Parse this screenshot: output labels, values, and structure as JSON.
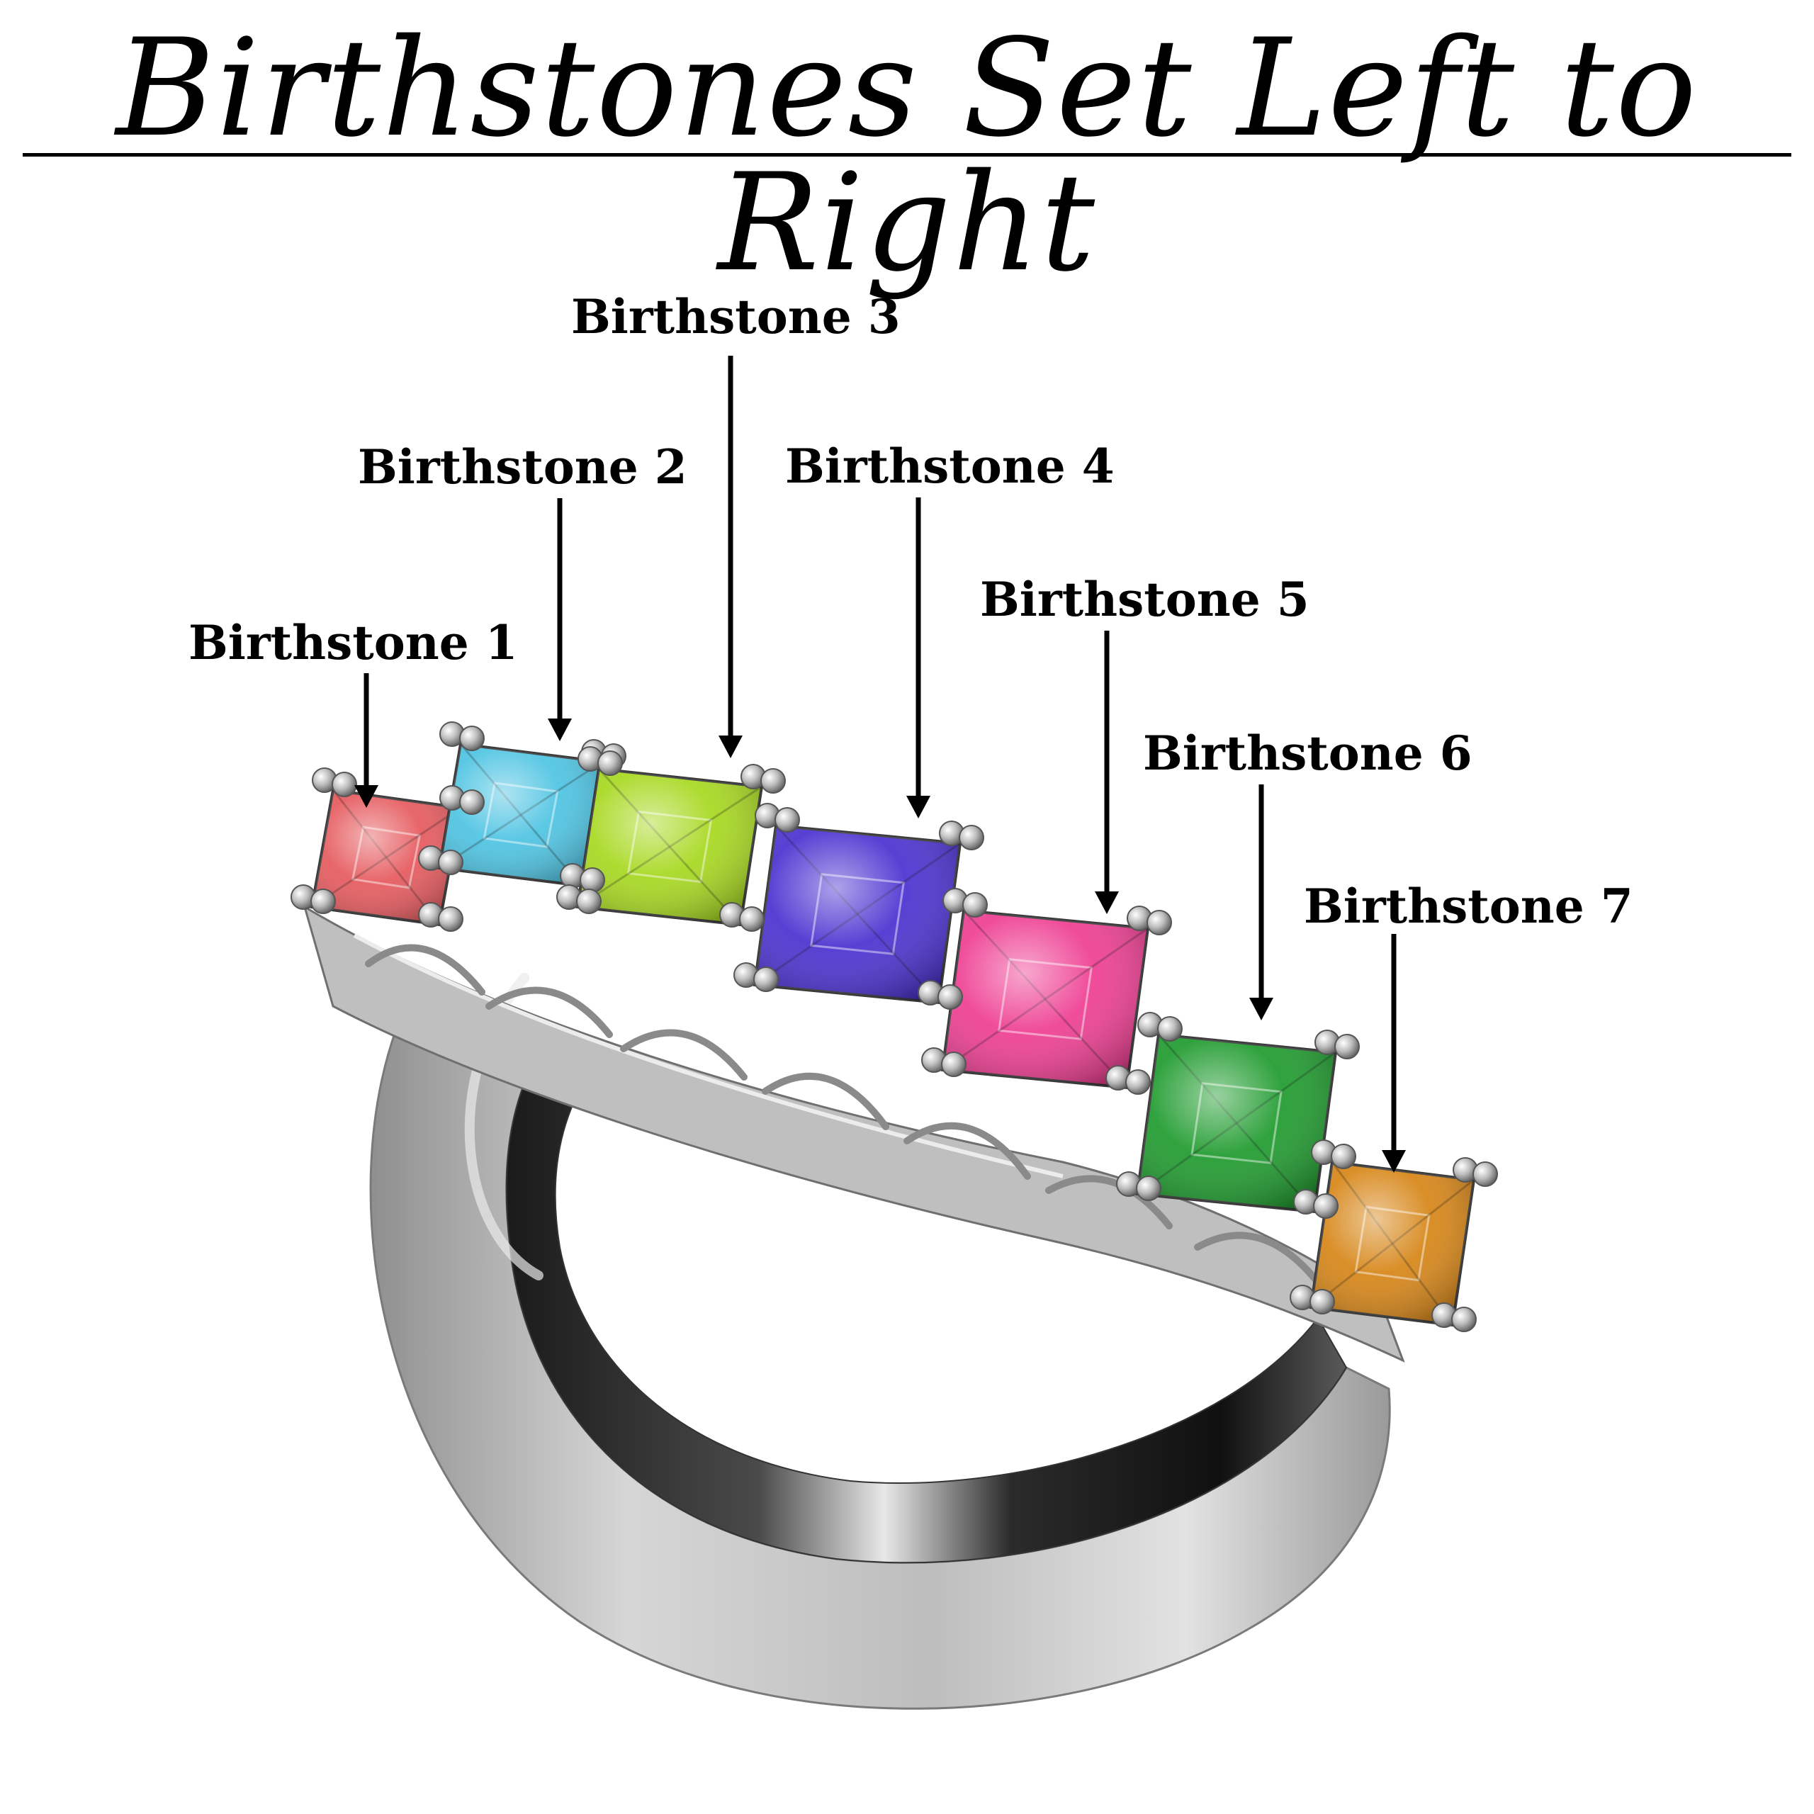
{
  "title": "Birthstones Set Left to Right",
  "labels": [
    "Birthstone 1",
    "Birthstone 2",
    "Birthstone 3",
    "Birthstone 4",
    "Birthstone 5",
    "Birthstone 6",
    "Birthstone 7"
  ],
  "stone_colors": [
    "#e5585c",
    "#4cc3e2",
    "#a6d81d",
    "#4a2fd0",
    "#ee3c91",
    "#1d9a2c",
    "#d68414"
  ],
  "metal_color": "#c2c2c2"
}
